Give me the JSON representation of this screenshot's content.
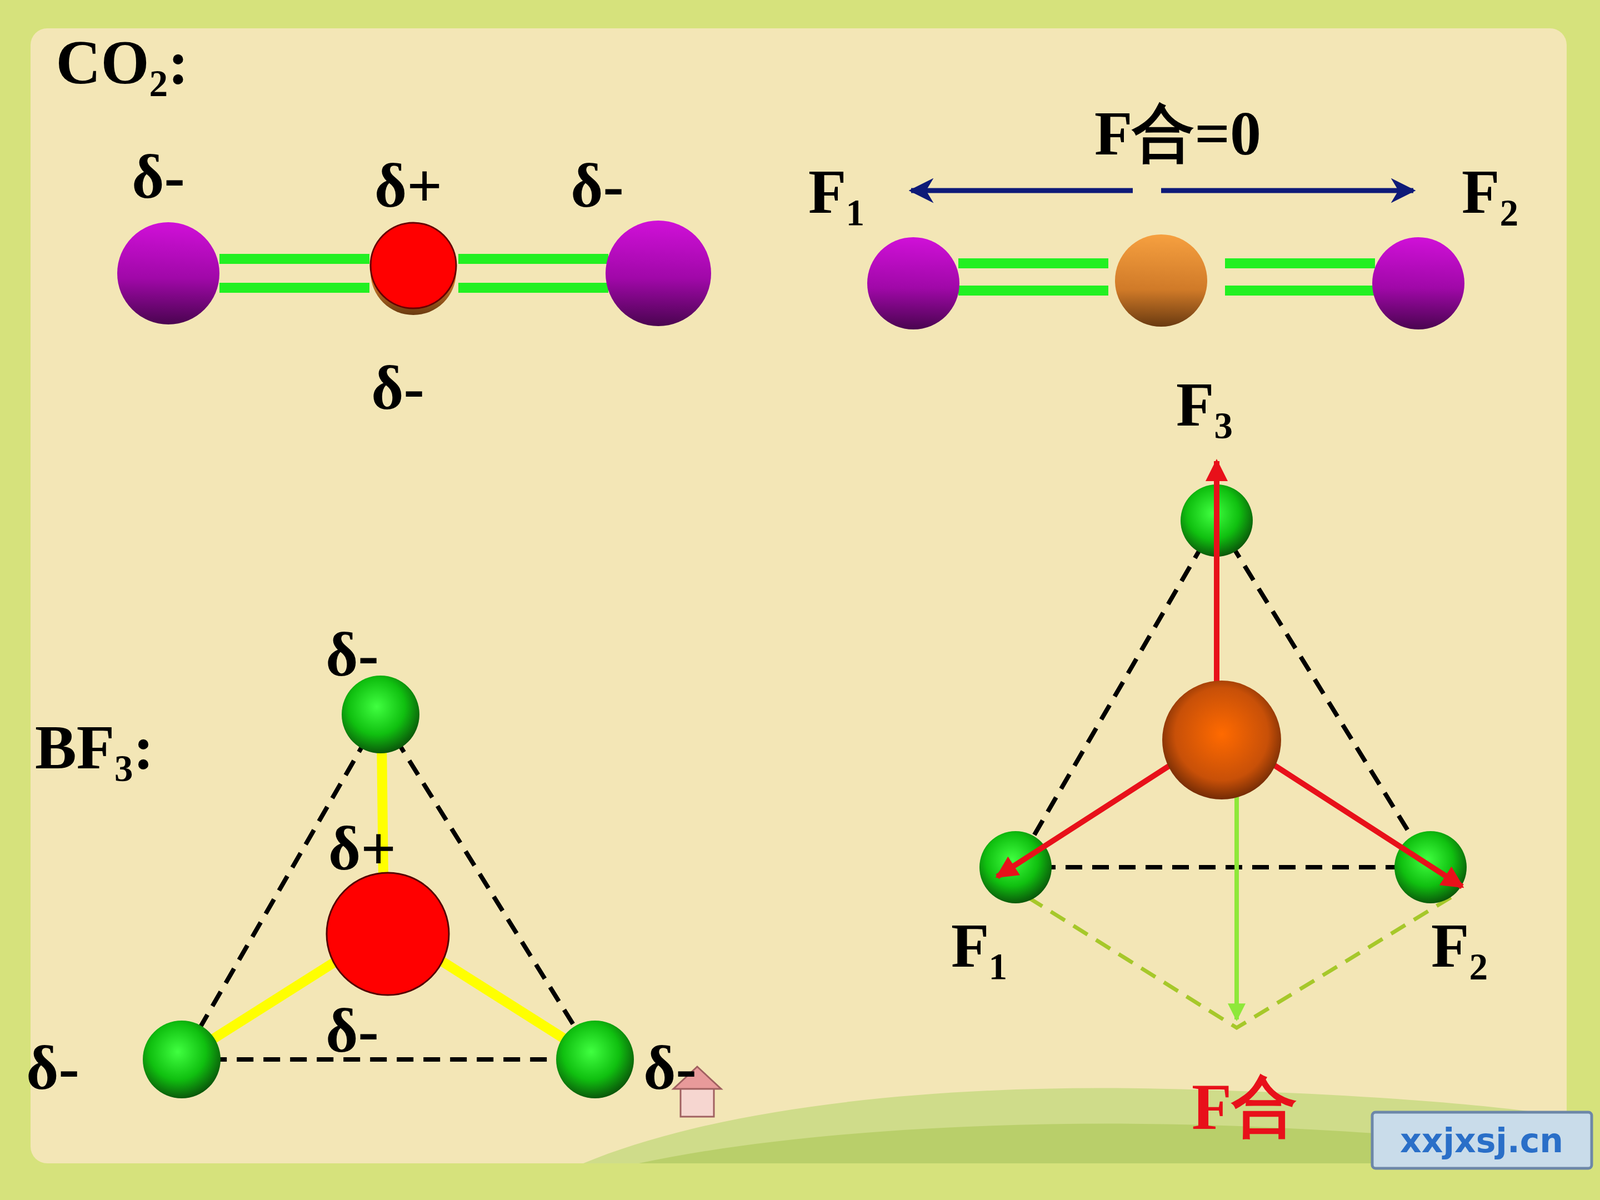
{
  "diagram": {
    "labels": [
      "CO₂:",
      "δ-",
      "δ+",
      "δ-",
      "δ-",
      "F₁",
      "F合=0",
      "F₂",
      "F₃",
      "δ-",
      "BF₃:",
      "δ+",
      "δ-",
      "δ-",
      "δ-",
      "F₁",
      "F₂",
      "F合",
      "xxjxsj.cn"
    ]
  }
}
